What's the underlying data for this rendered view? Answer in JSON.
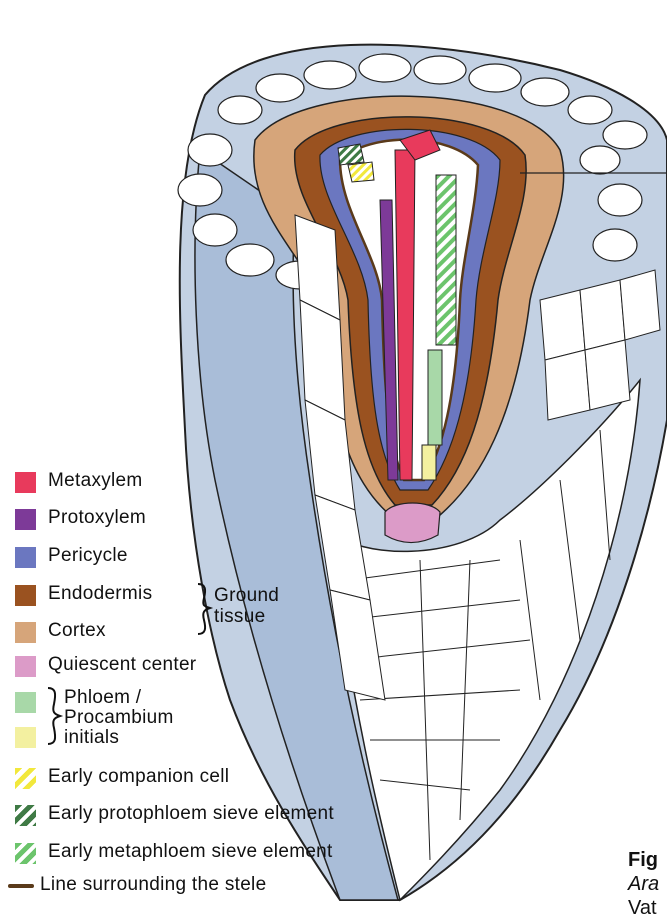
{
  "legend": {
    "items": [
      {
        "label": "Metaxylem",
        "color": "#e83a5c",
        "pattern": "solid"
      },
      {
        "label": "Protoxylem",
        "color": "#7d3a98",
        "pattern": "solid"
      },
      {
        "label": "Pericycle",
        "color": "#6b77c0",
        "pattern": "solid"
      },
      {
        "label": "Endodermis",
        "color": "#9a5220",
        "pattern": "solid"
      },
      {
        "label": "Cortex",
        "color": "#d6a57a",
        "pattern": "solid"
      },
      {
        "label": "Quiescent center",
        "color": "#dc9bc8",
        "pattern": "solid"
      },
      {
        "label": "Phloem /",
        "color": "#a8d8a8",
        "pattern": "solid"
      },
      {
        "label": "Procambium",
        "color": "#f3f0a0",
        "pattern": "solid"
      },
      {
        "label": "initials",
        "color": "",
        "pattern": "none"
      },
      {
        "label": "Early companion cell",
        "color": "#f2e83c",
        "pattern": "stripe-yellow"
      },
      {
        "label": "Early protophloem sieve element",
        "color": "#3f7a45",
        "pattern": "stripe-darkgreen"
      },
      {
        "label": "Early metaphloem sieve element",
        "color": "#6cc46c",
        "pattern": "stripe-green"
      },
      {
        "label": "Line surrounding the stele",
        "color": "#5a3a1a",
        "pattern": "line"
      }
    ],
    "ground_tissue_label_1": "Ground",
    "ground_tissue_label_2": "tissue"
  },
  "caption": {
    "line1": "Fig",
    "line2": "Ara",
    "line3": "Vat"
  },
  "colors": {
    "root_outer": "#c3d1e3",
    "root_face": "#a9bdd8",
    "cell_outline": "#222222"
  }
}
